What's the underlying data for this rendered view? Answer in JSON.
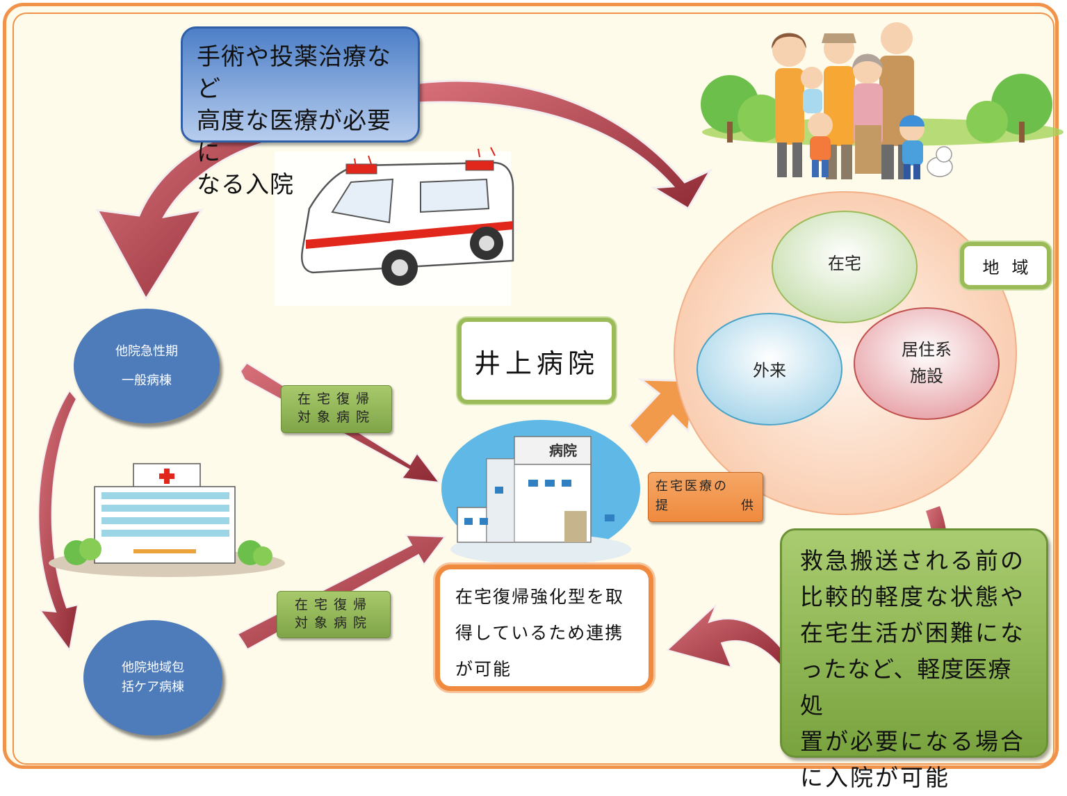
{
  "top_bubble": {
    "lines": [
      "手術や投薬治療など",
      "高度な医療が必要に",
      "なる入院"
    ]
  },
  "acute_ward": {
    "line1": "他院急性期",
    "line2": "一般病棟"
  },
  "community_ward": {
    "line1": "他院地域包",
    "line2": "括ケア病棟"
  },
  "tag_upper": {
    "line1": "在宅復帰",
    "line2": "対象病院"
  },
  "tag_lower": {
    "line1": "在宅復帰",
    "line2": "対象病院"
  },
  "hospital_name": "井上病院",
  "hospital_sign": "病院",
  "home_care_tag": {
    "line1": "在宅医療の",
    "line2a": "提",
    "line2b": "供"
  },
  "region": {
    "label": "地域",
    "home": "在宅",
    "outpatient": "外来",
    "facility_line1": "居住系",
    "facility_line2": "施設"
  },
  "note_box": {
    "lines": [
      "在宅復帰強化型を取",
      "得しているため連携",
      "が可能"
    ]
  },
  "green_bubble": {
    "lines": [
      "救急搬送される前の",
      "比較的軽度な状態や",
      "在宅生活が困難にな",
      "ったなど、軽度医療処",
      "置が必要になる場合",
      "に入院が可能"
    ]
  },
  "colors": {
    "frame": "#f0924a",
    "blue": "#4e7cbb",
    "green": "#9bbb59",
    "orange": "#ef8a3e",
    "arrow_red": "#b2414a"
  }
}
